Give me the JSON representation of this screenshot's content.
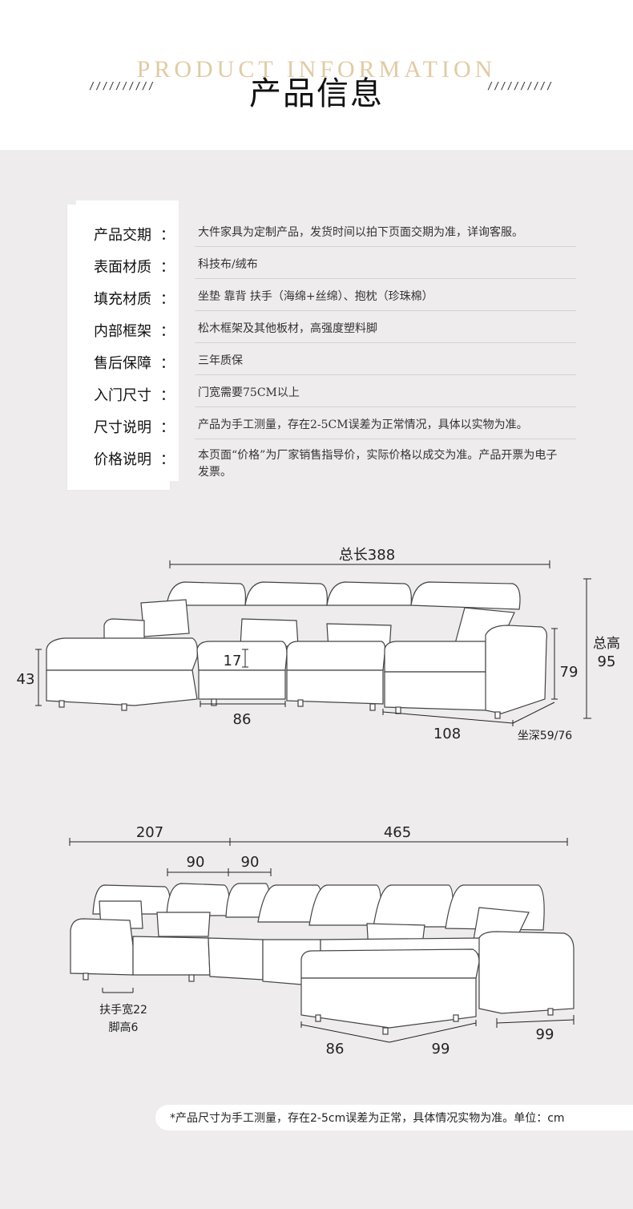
{
  "header": {
    "title_en": "PRODUCT INFORMATION",
    "title_zh": "产品信息",
    "slashes_left": "//////////",
    "slashes_right": "//////////"
  },
  "specs": [
    {
      "label": "产品交期",
      "colon": "：",
      "value": "大件家具为定制产品，发货时间以拍下页面交期为准，详询客服。"
    },
    {
      "label": "表面材质",
      "colon": "：",
      "value": "科技布/绒布"
    },
    {
      "label": "填充材质",
      "colon": "：",
      "value": "坐垫 靠背 扶手（海绵+丝绵）、抱枕（珍珠棉）"
    },
    {
      "label": "内部框架",
      "colon": "：",
      "value": "松木框架及其他板材，高强度塑料脚"
    },
    {
      "label": "售后保障",
      "colon": "：",
      "value": "三年质保"
    },
    {
      "label": "入门尺寸",
      "colon": "：",
      "value": "门宽需要75CM以上"
    },
    {
      "label": "尺寸说明",
      "colon": "：",
      "value": "产品为手工测量，存在2-5CM误差为正常情况，具体以实物为准。"
    },
    {
      "label": "价格说明",
      "colon": "：",
      "value": "本页面“价格”为厂家销售指导价，实际价格以成交为准。产品开票为电子发票。"
    }
  ],
  "diagram1": {
    "total_length": "总长388",
    "seat_height": "43",
    "cushion_thickness": "17",
    "module_width": "86",
    "arm_module_width": "108",
    "back_height": "79",
    "total_height_label": "总高",
    "total_height": "95",
    "seat_depth": "坐深59/76"
  },
  "diagram2": {
    "left_section": "207",
    "right_section": "465",
    "backrest_a": "90",
    "backrest_b": "90",
    "armrest_width": "扶手宽22",
    "leg_height": "脚高6",
    "chaise_width": "86",
    "chaise_length": "99",
    "end_depth": "99"
  },
  "footer": {
    "note": "*产品尺寸为手工测量，存在2-5cm误差为正常，具体情况实物为准。单位：cm"
  },
  "colors": {
    "accent_gold": "#e1cba3",
    "panel_bg": "#eeecec",
    "card_bg": "#ffffff"
  }
}
